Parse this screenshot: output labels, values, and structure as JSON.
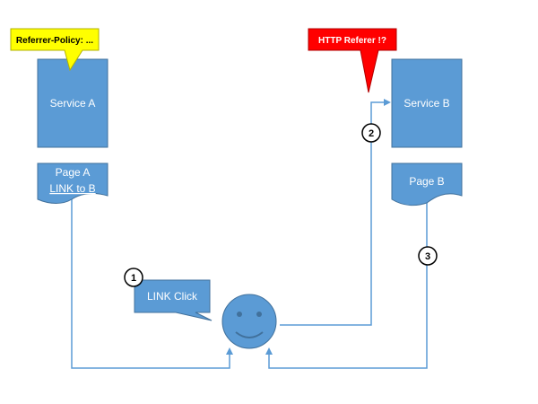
{
  "callouts": {
    "referrer_policy": "Referrer-Policy: ...",
    "http_referer": "HTTP Referer !?",
    "link_click": "LINK Click"
  },
  "service_a": {
    "name": "Service A",
    "page_title": "Page A",
    "page_link": "LINK to B"
  },
  "service_b": {
    "name": "Service B",
    "page_title": "Page B"
  },
  "steps": [
    "1",
    "2",
    "3"
  ],
  "colors": {
    "box_fill": "#5b9bd5",
    "box_stroke": "#41719c",
    "connector": "#5b9bd5",
    "yellow_callout": "#ffff00",
    "red_callout": "#ff0000"
  }
}
